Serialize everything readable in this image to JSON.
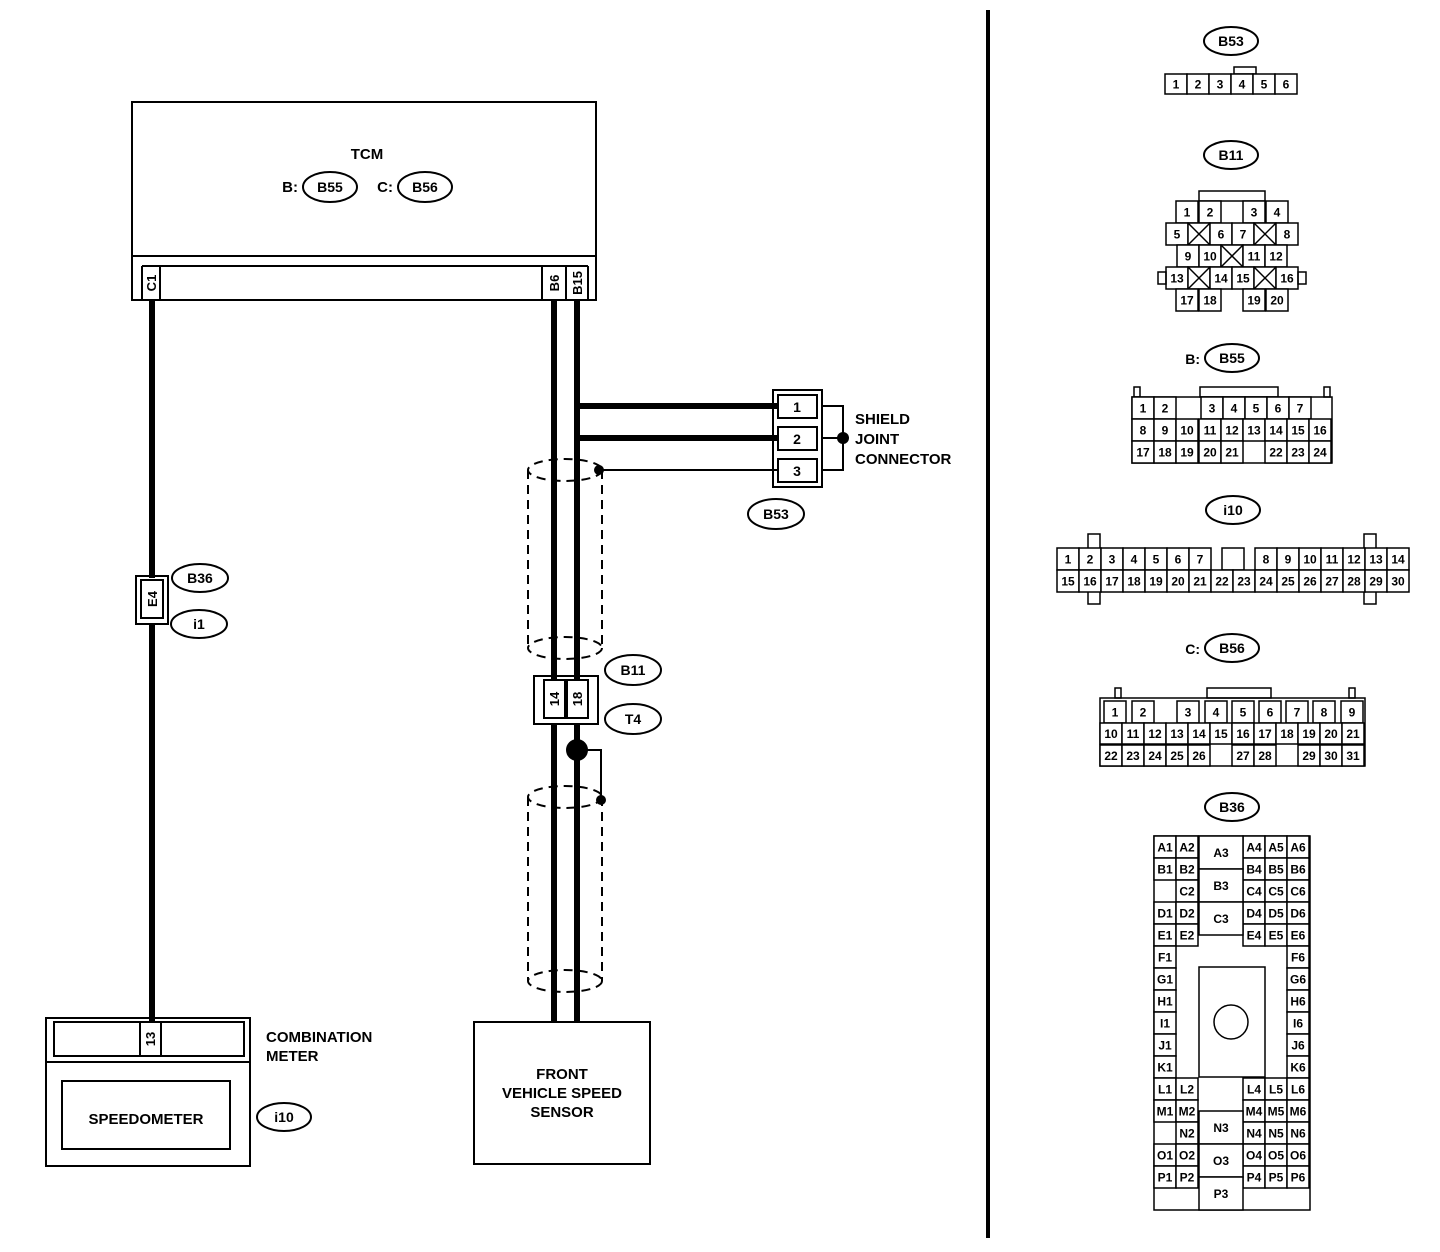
{
  "tcm": {
    "title": "TCM",
    "b_prefix": "B:",
    "b_conn": "B55",
    "c_prefix": "C:",
    "c_conn": "B56",
    "pin_c1": "C1",
    "pin_b6": "B6",
    "pin_b15": "B15"
  },
  "shield": {
    "label1": "SHIELD",
    "label2": "JOINT",
    "label3": "CONNECTOR",
    "conn": "B53",
    "pins": [
      "1",
      "2",
      "3"
    ]
  },
  "junction_b36": {
    "pin": "E4",
    "conn1": "B36",
    "conn2": "i1"
  },
  "junction_b11": {
    "pin_a": "14",
    "pin_b": "18",
    "conn1": "B11",
    "conn2": "T4"
  },
  "meter": {
    "label1": "COMBINATION",
    "label2": "METER",
    "pin": "13",
    "inner": "SPEEDOMETER",
    "conn": "i10"
  },
  "sensor": {
    "line1": "FRONT",
    "line2": "VEHICLE SPEED",
    "line3": "SENSOR"
  },
  "connector_views": {
    "b53": {
      "name": "B53",
      "pins": [
        "1",
        "2",
        "3",
        "4",
        "5",
        "6"
      ]
    },
    "b11": {
      "name": "B11",
      "rows": [
        [
          "1",
          "2",
          "",
          "3",
          "4"
        ],
        [
          "5",
          "X",
          "6",
          "7",
          "X",
          "8"
        ],
        [
          "9",
          "10",
          "X",
          "11",
          "12"
        ],
        [
          "13",
          "X",
          "14",
          "15",
          "X",
          "16"
        ],
        [
          "17",
          "18",
          "",
          "19",
          "20"
        ]
      ]
    },
    "b55": {
      "prefix": "B:",
      "name": "B55",
      "rows": [
        [
          "1",
          "2",
          "",
          "3",
          "4",
          "5",
          "6",
          "7"
        ],
        [
          "8",
          "9",
          "10",
          "11",
          "12",
          "13",
          "14",
          "15",
          "16"
        ],
        [
          "17",
          "18",
          "19",
          "20",
          "21",
          "",
          "22",
          "23",
          "24"
        ]
      ]
    },
    "i10": {
      "name": "i10",
      "rows": [
        [
          "1",
          "2",
          "3",
          "4",
          "5",
          "6",
          "7",
          "",
          "8",
          "9",
          "10",
          "11",
          "12",
          "13",
          "14"
        ],
        [
          "15",
          "16",
          "17",
          "18",
          "19",
          "20",
          "21",
          "22",
          "23",
          "24",
          "25",
          "26",
          "27",
          "28",
          "29",
          "30"
        ]
      ]
    },
    "b56": {
      "prefix": "C:",
      "name": "B56",
      "rows": [
        [
          "1",
          "2",
          "3",
          "4",
          "5",
          "6",
          "7",
          "8",
          "9"
        ],
        [
          "10",
          "11",
          "12",
          "13",
          "14",
          "15",
          "16",
          "17",
          "18",
          "19",
          "20",
          "21"
        ],
        [
          "22",
          "23",
          "24",
          "25",
          "26",
          "27",
          "28",
          "29",
          "30",
          "31"
        ]
      ]
    },
    "b36": {
      "name": "B36",
      "left": [
        [
          "A1",
          "A2"
        ],
        [
          "B1",
          "B2"
        ],
        [
          "",
          "C2"
        ],
        [
          "D1",
          "D2"
        ],
        [
          "E1",
          "E2"
        ],
        [
          "F1",
          ""
        ],
        [
          "G1",
          ""
        ],
        [
          "H1",
          ""
        ],
        [
          "I1",
          ""
        ],
        [
          "J1",
          ""
        ],
        [
          "K1",
          ""
        ],
        [
          "L1",
          "L2"
        ],
        [
          "M1",
          "M2"
        ],
        [
          "",
          "N2"
        ],
        [
          "O1",
          "O2"
        ],
        [
          "P1",
          "P2"
        ]
      ],
      "right": [
        [
          "A4",
          "A5",
          "A6"
        ],
        [
          "B4",
          "B5",
          "B6"
        ],
        [
          "C4",
          "C5",
          "C6"
        ],
        [
          "D4",
          "D5",
          "D6"
        ],
        [
          "E4",
          "E5",
          "E6"
        ],
        [
          "",
          "",
          "F6"
        ],
        [
          "",
          "",
          "G6"
        ],
        [
          "",
          "",
          "H6"
        ],
        [
          "",
          "",
          "I6"
        ],
        [
          "",
          "",
          "J6"
        ],
        [
          "",
          "",
          "K6"
        ],
        [
          "L4",
          "L5",
          "L6"
        ],
        [
          "M4",
          "M5",
          "M6"
        ],
        [
          "N4",
          "N5",
          "N6"
        ],
        [
          "O4",
          "O5",
          "O6"
        ],
        [
          "P4",
          "P5",
          "P6"
        ]
      ],
      "mid": [
        "A3",
        "B3",
        "C3",
        "N3",
        "O3",
        "P3"
      ]
    }
  }
}
